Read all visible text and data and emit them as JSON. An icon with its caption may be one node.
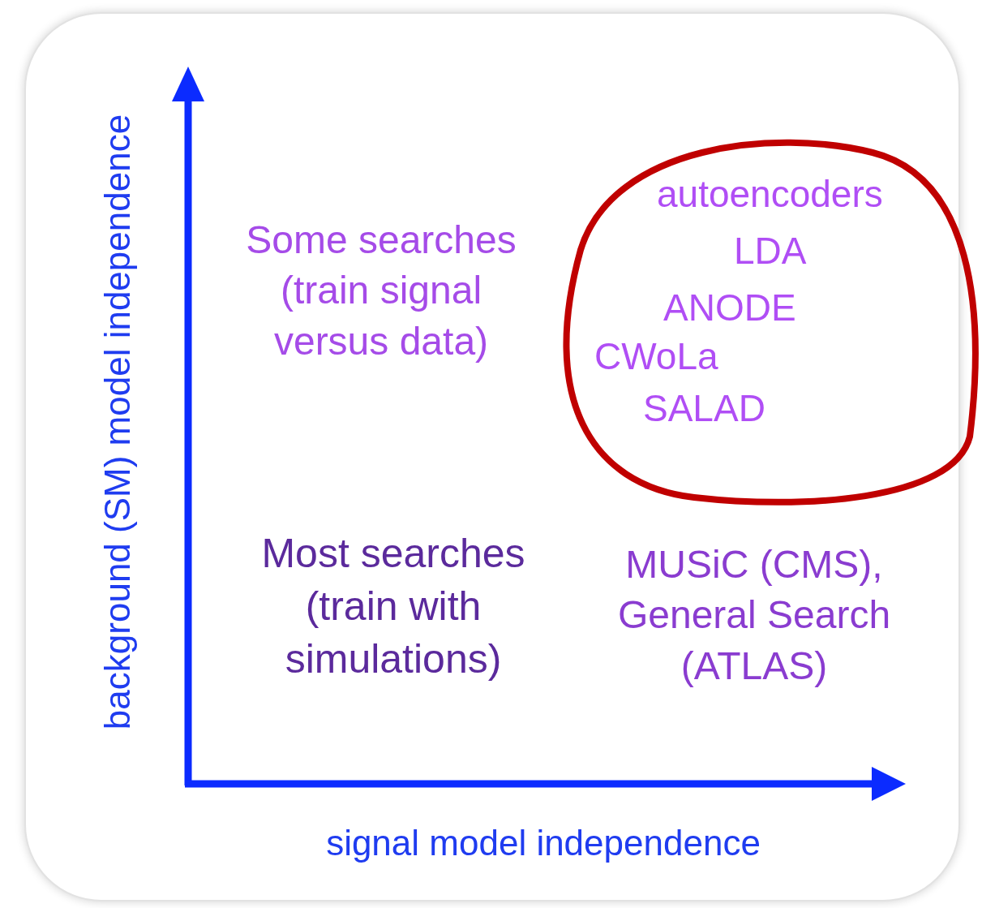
{
  "diagram": {
    "nodes": [
      {
        "text": [
          "autoencoders",
          "LDA",
          "ANODE",
          "CWoLa",
          "SALAD"
        ]
      }
    ],
    "labels": [
      "background (SM) model independence",
      "Some searches (train signal versus data)",
      "Most searches (train with simulations)",
      "MUSiC (CMS), General Search (ATLAS)",
      "signal model independence"
    ]
  }
}
